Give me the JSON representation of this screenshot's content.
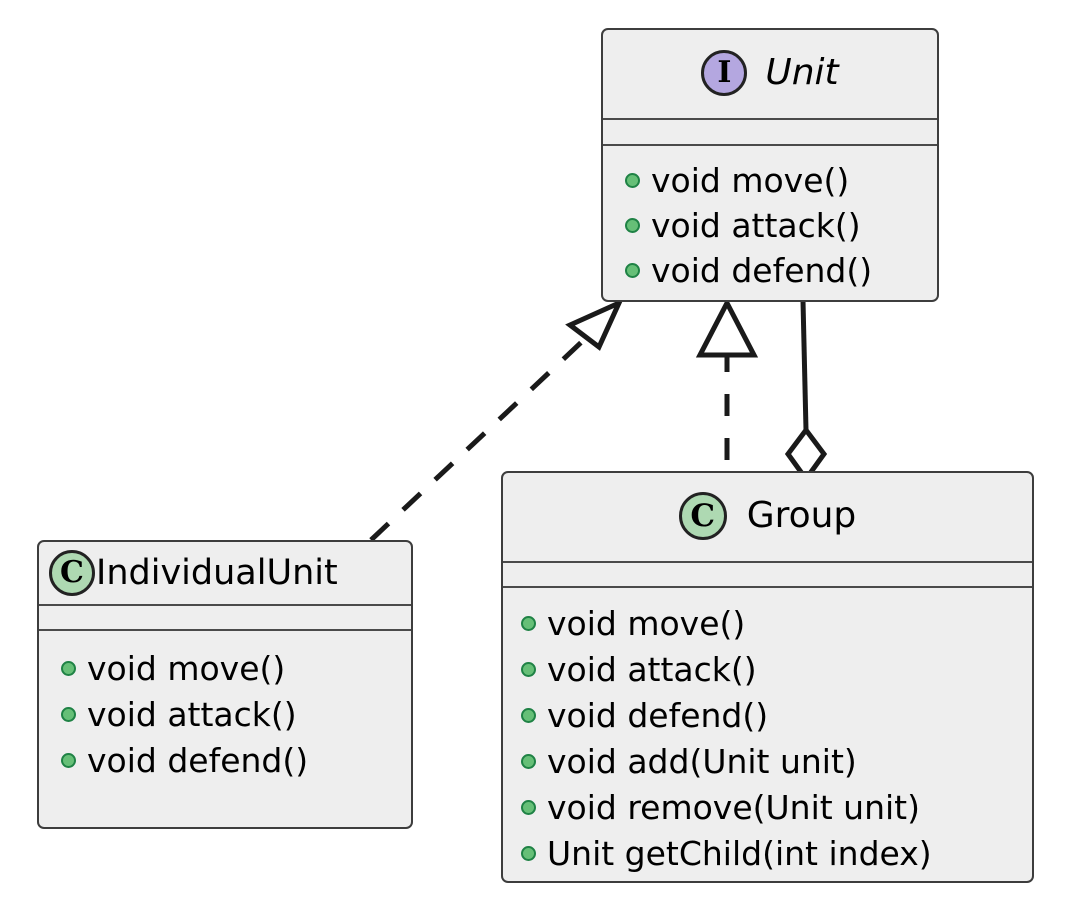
{
  "diagram": {
    "kind": "uml-class-diagram",
    "background_color": "#ffffff",
    "box_fill": "#eeeeee",
    "box_border_color": "#3d3d3d",
    "interface_badge_color": "#b4a7e0",
    "class_badge_color": "#aed9b2",
    "method_bullet_color": "#66bf77",
    "connector_color": "#1a1a1a"
  },
  "classes": {
    "unit": {
      "name": "Unit",
      "stereotype": "interface",
      "badge_letter": "I",
      "badge_icon": "interface-badge-icon",
      "italic": true,
      "attributes": [],
      "methods": [
        {
          "label": "void move()",
          "visibility": "public"
        },
        {
          "label": "void attack()",
          "visibility": "public"
        },
        {
          "label": "void defend()",
          "visibility": "public"
        }
      ]
    },
    "individualunit": {
      "name": "IndividualUnit",
      "stereotype": "class",
      "badge_letter": "C",
      "badge_icon": "class-badge-icon",
      "italic": false,
      "attributes": [],
      "methods": [
        {
          "label": "void move()",
          "visibility": "public"
        },
        {
          "label": "void attack()",
          "visibility": "public"
        },
        {
          "label": "void defend()",
          "visibility": "public"
        }
      ]
    },
    "group": {
      "name": "Group",
      "stereotype": "class",
      "badge_letter": "C",
      "badge_icon": "class-badge-icon",
      "italic": false,
      "attributes": [],
      "methods": [
        {
          "label": "void move()",
          "visibility": "public"
        },
        {
          "label": "void attack()",
          "visibility": "public"
        },
        {
          "label": "void defend()",
          "visibility": "public"
        },
        {
          "label": "void add(Unit unit)",
          "visibility": "public"
        },
        {
          "label": "void remove(Unit unit)",
          "visibility": "public"
        },
        {
          "label": "Unit getChild(int index)",
          "visibility": "public"
        }
      ]
    }
  },
  "relationships": [
    {
      "id": "individualunit-realizes-unit",
      "type": "realization",
      "line_style": "dashed",
      "head": "hollow-triangle",
      "from": "IndividualUnit",
      "to": "Unit",
      "label": ""
    },
    {
      "id": "group-realizes-unit",
      "type": "realization",
      "line_style": "dashed",
      "head": "hollow-triangle",
      "from": "Group",
      "to": "Unit",
      "label": ""
    },
    {
      "id": "group-aggregates-unit",
      "type": "aggregation",
      "line_style": "solid",
      "head": "hollow-diamond",
      "from": "Group",
      "to": "Unit",
      "label": ""
    }
  ]
}
